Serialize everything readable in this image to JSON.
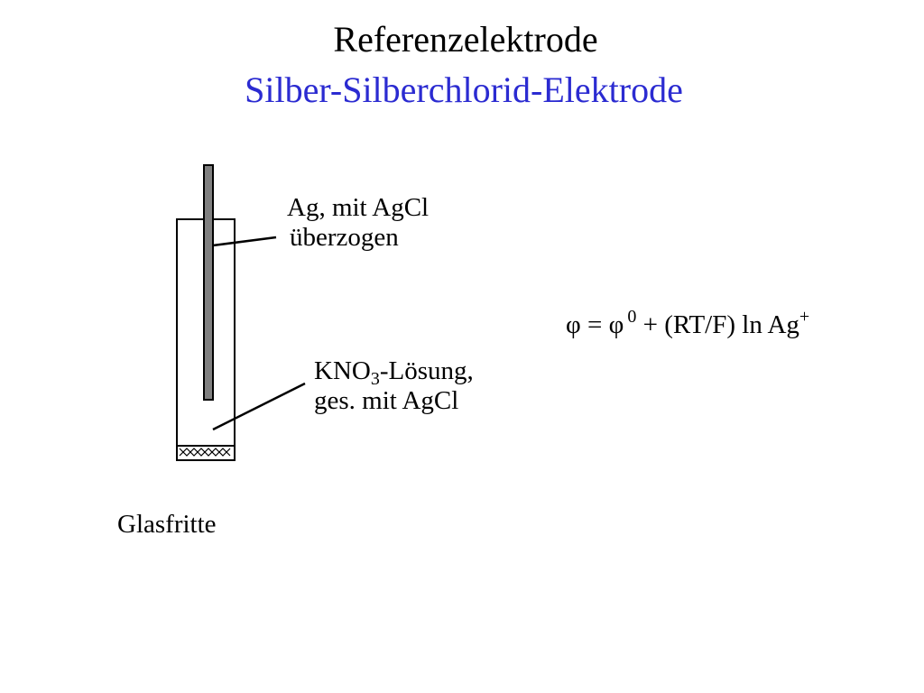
{
  "title": {
    "main": "Referenzelektrode",
    "sub": "Silber-Silberchlorid-Elektrode"
  },
  "labels": {
    "ag_line1": "Ag, mit AgCl",
    "ag_line2": "überzogen",
    "kno3_prefix": "KNO",
    "kno3_subscript": "3",
    "kno3_suffix": "-Lösung,",
    "kno3_line2": "ges. mit AgCl",
    "frit": "Glasfritte"
  },
  "equation": {
    "lhs": "φ = φ",
    "superscript_zero": "0",
    "rhs": " + (RT/F) ln Ag",
    "superscript_plus": "+"
  },
  "colors": {
    "title_main": "#000000",
    "title_sub": "#2b2bd1",
    "wire_fill": "#808080",
    "outline": "#000000"
  }
}
